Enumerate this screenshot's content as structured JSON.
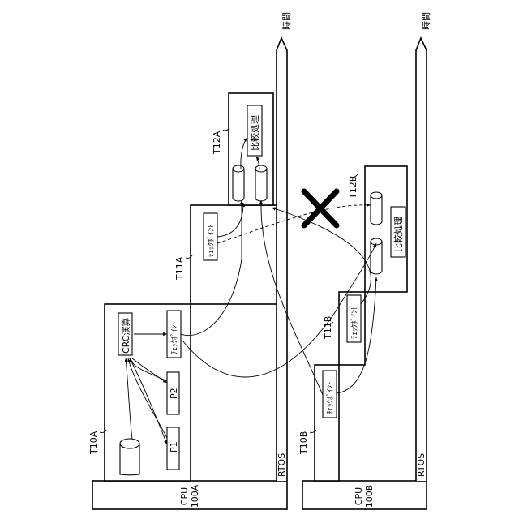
{
  "axis": {
    "time_label": "時間"
  },
  "left_column": {
    "cpu_line1": "CPU",
    "cpu_line2": "100A",
    "rtos": "RTOS",
    "t10": "T10A",
    "t11": "T11A",
    "t12": "T12A",
    "crc": "CRC演算",
    "p1": "P1",
    "p2": "P2",
    "checkpoint_1": "ﾁｪｯｸﾎﾟｲﾝﾄ",
    "checkpoint_2": "ﾁｪｯｸﾎﾟｲﾝﾄ",
    "compare": "比較処理"
  },
  "right_column": {
    "cpu_line1": "CPU",
    "cpu_line2": "100B",
    "rtos": "RTOS",
    "t10": "T10B",
    "t11": "T11B",
    "t12": "T12B",
    "checkpoint_1": "ﾁｪｯｸﾎﾟｲﾝﾄ",
    "checkpoint_2": "ﾁｪｯｸﾎﾟｲﾝﾄ",
    "compare": "比較処理"
  }
}
